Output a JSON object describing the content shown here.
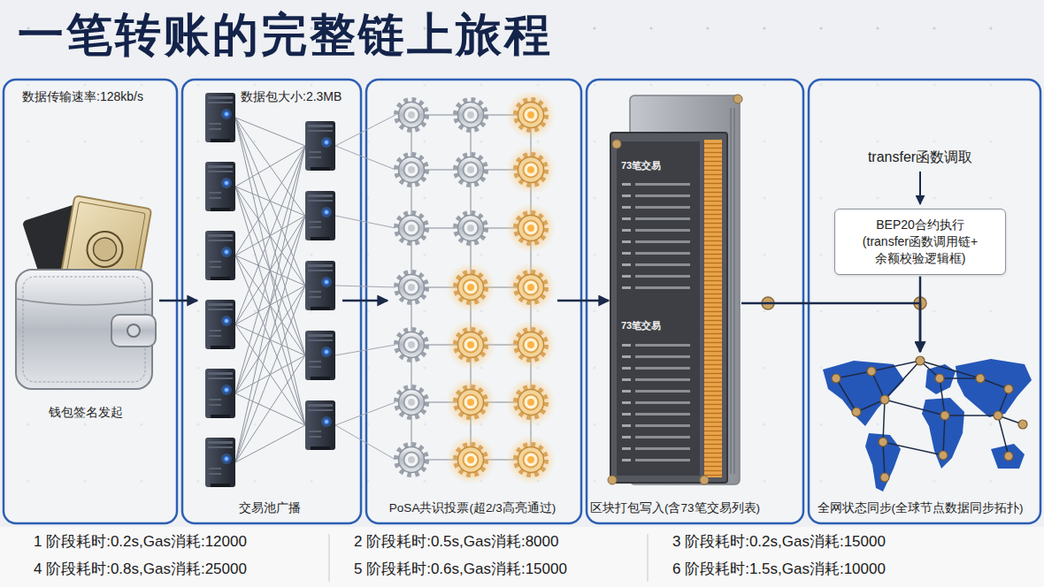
{
  "diagram": {
    "title": "一笔转账的完整链上旅程",
    "nodes": [
      {
        "text": [
          "钱包签名发起"
        ]
      },
      {
        "text": [
          "交易池广播"
        ]
      },
      {
        "text": [
          "PoSA共识投票(超2/3高亮通过)"
        ]
      },
      {
        "text": [
          "区块打包写入(含73笔交易列表)"
        ]
      },
      {
        "text": [
          "BEP20合约执行 (transfer函数调用链+ 余额校验逻辑框)"
        ]
      },
      {
        "text": [
          "全网状态同步(全球节点数据同步拓扑)"
        ]
      }
    ],
    "edges": [
      {
        "from": 0,
        "to": 1,
        "arrow": "to"
      },
      {
        "from": 1,
        "to": 2,
        "arrow": "to"
      },
      {
        "from": 2,
        "to": 3,
        "arrow": "to"
      },
      {
        "from": 3,
        "to": 5,
        "arrow": "to"
      },
      {
        "from": 4,
        "to": 5,
        "arrow": "to"
      }
    ],
    "labels": [
      "数据传输速率:128kb/s",
      "数据包大小:2.3MB",
      "73笔交易",
      "73笔交易",
      "transfer函数调取",
      "1 阶段耗时:0.2s,Gas消耗:12000",
      "2 阶段耗时:0.5s,Gas消耗:8000",
      "3 阶段耗时:0.2s,Gas消耗:15000",
      "4 阶段耗时:0.8s,Gas消耗:25000",
      "5 阶段耗时:0.6s,Gas消耗:15000",
      "6 阶段耗时:1.5s,Gas消耗:10000"
    ]
  }
}
